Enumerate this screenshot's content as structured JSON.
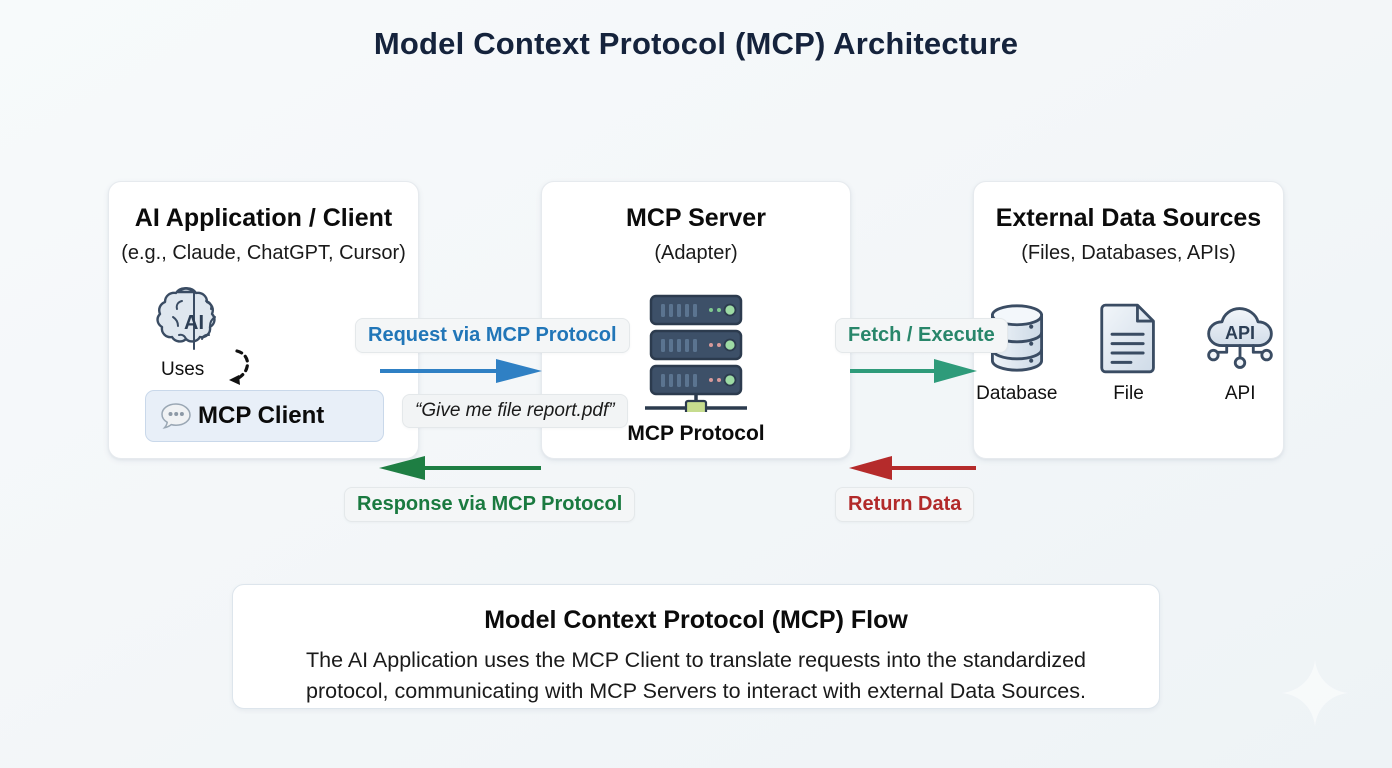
{
  "page": {
    "title": "Model Context Protocol (MCP) Architecture",
    "background_color": "#f4f7f9",
    "watermark_icon": "sparkle-icon"
  },
  "panels": {
    "client": {
      "title": "AI Application / Client",
      "subtitle": "(e.g., Claude, ChatGPT, Cursor)",
      "brain_icon_label": "AI",
      "uses_label": "Uses",
      "client_box_label": "MCP Client",
      "client_box_icon": "speech-bubble-icon",
      "client_box_bg": "#e8eff8"
    },
    "server": {
      "title": "MCP Server",
      "subtitle": "(Adapter)",
      "server_icon": "server-rack-icon",
      "protocol_label": "MCP Protocol"
    },
    "sources": {
      "title": "External Data Sources",
      "subtitle": "(Files, Databases, APIs)",
      "items": [
        {
          "label": "Database",
          "icon": "database-cylinder-icon"
        },
        {
          "label": "File",
          "icon": "file-document-icon"
        },
        {
          "label": "API",
          "icon": "api-cloud-icon",
          "text": "API"
        }
      ]
    }
  },
  "flows": [
    {
      "id": "request",
      "label": "Request via MCP Protocol",
      "color": "#2176b8",
      "arrow_color": "#2f80c4",
      "direction": "right"
    },
    {
      "id": "quote",
      "label": "“Give me file report.pdf”",
      "color": "#1a1a1a",
      "direction": "none"
    },
    {
      "id": "response",
      "label": "Response via MCP Protocol",
      "color": "#1a7a40",
      "arrow_color": "#1e7e43",
      "direction": "left"
    },
    {
      "id": "fetch",
      "label": "Fetch / Execute",
      "color": "#28866a",
      "arrow_color": "#2e9b7a",
      "direction": "right"
    },
    {
      "id": "return",
      "label": "Return Data",
      "color": "#b22a2a",
      "arrow_color": "#b52b2b",
      "direction": "left"
    }
  ],
  "summary": {
    "title": "Model Context Protocol (MCP) Flow",
    "body": "The AI Application uses the MCP Client to translate requests into the standardized protocol, communicating with MCP Servers to interact with external Data Sources."
  }
}
